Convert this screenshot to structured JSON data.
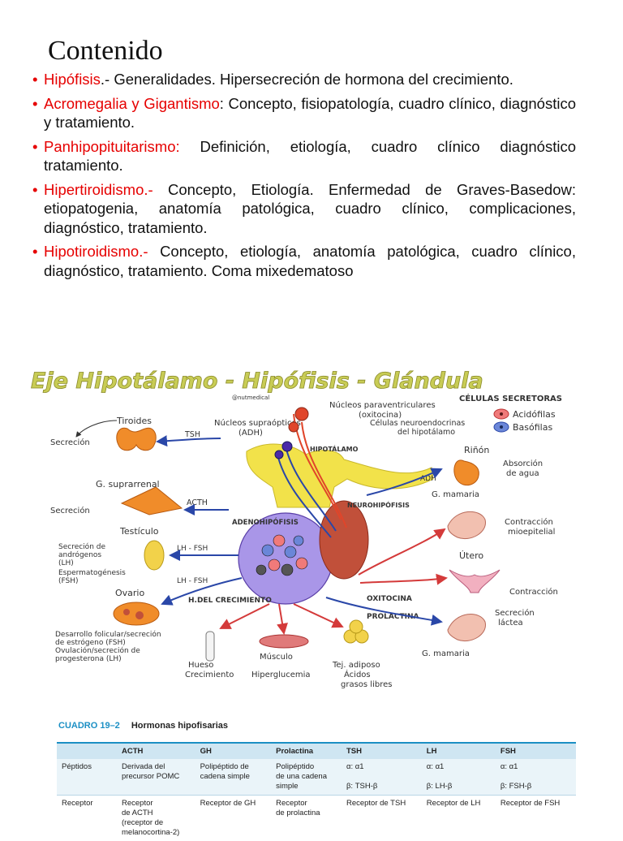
{
  "title": "Contenido",
  "bullets": [
    {
      "red": "Hipófisis",
      "rest": ".- Generalidades. Hipersecreción de hormona del crecimiento."
    },
    {
      "red": "Acromegalia y Gigantismo",
      "rest": ": Concepto, fisiopatología, cuadro clínico, diagnóstico y tratamiento."
    },
    {
      "red": "Panhipopituitarismo:",
      "rest": " Definición, etiología, cuadro clínico diagnóstico tratamiento."
    },
    {
      "red": "Hipertiroidismo.-",
      "rest": " Concepto, Etiología. Enfermedad de Graves-Basedow: etiopatogenia, anatomía patológica, cuadro clínico, complicaciones, diagnóstico, tratamiento."
    },
    {
      "red": "Hipotiroidismo.-",
      "rest": " Concepto, etiología, anatomía patológica, cuadro clínico, diagnóstico, tratamiento. Coma mixedematoso"
    }
  ],
  "diagram": {
    "title": "Eje Hipotálamo - Hipófisis - Glándula",
    "credit": "@nutmedical",
    "celulas_title": "CÉLULAS SECRETORAS",
    "acidofilas": "Acidófilas",
    "basofilas": "Basófilas",
    "nucleos_para_1": "Núcleos paraventriculares",
    "nucleos_para_2": "(oxitocina)",
    "celulas_neuro_1": "Células neuroendocrinas",
    "celulas_neuro_2": "del hipotálamo",
    "nucleos_supra_1": "Núcleos supraópticos",
    "nucleos_supra_2": "(ADH)",
    "hipotalamo": "HIPOTÁLAMO",
    "neurohipofisis": "NEUROHIPÓFISIS",
    "adenohipofisis": "ADENOHIPÓFISIS",
    "tiroides": "Tiroides",
    "secrecion": "Secreción",
    "tsh": "TSH",
    "g_suprarrenal": "G. suprarrenal",
    "acth": "ACTH",
    "testiculo": "Testículo",
    "testiculo_l1": "Secreción de",
    "testiculo_l2": "andrógenos",
    "testiculo_l3": "(LH)",
    "testiculo_l4": "Espermatogénesis",
    "testiculo_l5": "(FSH)",
    "lh_fsh": "LH - FSH",
    "ovario": "Ovario",
    "ovario_l1": "Desarrollo folicular/secreción",
    "ovario_l2": "de estrógeno (FSH)",
    "ovario_l3": "Ovulación/secreción de",
    "ovario_l4": "progesterona (LH)",
    "h_crecimiento": "H.DEL CRECIMIENTO",
    "hueso": "Hueso",
    "crecimiento": "Crecimiento",
    "musculo": "Músculo",
    "hiperglucemia": "Hiperglucemia",
    "tej_adiposo": "Tej. adiposo",
    "acidos_1": "Ácidos",
    "acidos_2": "grasos libres",
    "adh": "ADH",
    "rinon": "Riñón",
    "absorcion_1": "Absorción",
    "absorcion_2": "de agua",
    "g_mamaria": "G. mamaria",
    "contraccion_mio_1": "Contracción",
    "contraccion_mio_2": "mioepitelial",
    "utero": "Útero",
    "contraccion": "Contracción",
    "oxitocina": "OXITOCINA",
    "prolactina": "PROLACTINA",
    "secrecion_lactea_1": "Secreción",
    "secrecion_lactea_2": "láctea"
  },
  "table": {
    "number": "CUADRO 19–2",
    "title": "Hormonas hipofisarias",
    "headers": [
      "",
      "ACTH",
      "GH",
      "Prolactina",
      "TSH",
      "LH",
      "FSH"
    ],
    "rows": [
      {
        "label": "Péptidos",
        "cells": [
          [
            "Derivada del",
            "precursor POMC"
          ],
          [
            "Polipéptido de",
            "cadena simple"
          ],
          [
            "Polipéptido",
            "de una cadena",
            "simple"
          ],
          [
            "α: α1",
            "",
            "β: TSH-β"
          ],
          [
            "α: α1",
            "",
            "β: LH-β"
          ],
          [
            "α: α1",
            "",
            "β: FSH-β"
          ]
        ]
      },
      {
        "label": "Receptor",
        "cells": [
          [
            "Receptor",
            "de ACTH",
            "(receptor de",
            "melanocortina-2)"
          ],
          [
            "Receptor de GH"
          ],
          [
            "Receptor",
            "de prolactina"
          ],
          [
            "Receptor de TSH"
          ],
          [
            "Receptor de LH"
          ],
          [
            "Receptor de FSH"
          ]
        ]
      }
    ]
  },
  "colors": {
    "accent_red": "#e60000",
    "table_blue": "#1b8fc4",
    "arrow_blue": "#2a47a8",
    "arrow_red": "#d43a3a"
  }
}
